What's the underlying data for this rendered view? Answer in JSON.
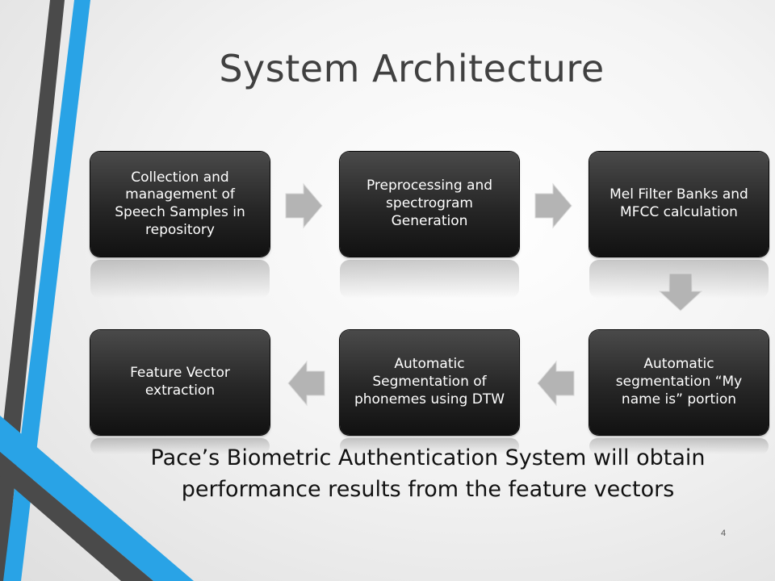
{
  "slide": {
    "title": "System Architecture",
    "steps": [
      "Collection and management of Speech Samples in repository",
      "Preprocessing and spectrogram Generation",
      "Mel Filter Banks and MFCC calculation",
      "Automatic segmentation “My name is” portion",
      "Automatic Segmentation of phonemes using DTW",
      "Feature Vector extraction"
    ],
    "caption_line1": "Pace’s Biometric Authentication System will obtain",
    "caption_line2": "performance results from the feature vectors",
    "page_number": "4"
  },
  "colors": {
    "accent_blue": "#29a3e6",
    "dark_gray": "#404040",
    "box_fill": "#262626"
  }
}
